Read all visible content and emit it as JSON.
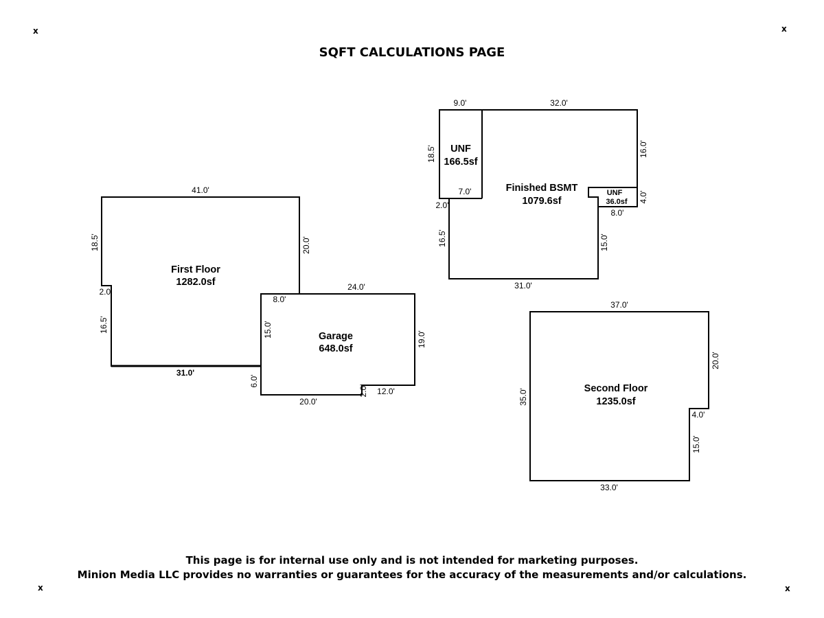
{
  "page": {
    "title": "SQFT CALCULATIONS PAGE",
    "corner_mark": "x",
    "disclaimer_line1": "This page is for internal use only and is not intended for marketing purposes.",
    "disclaimer_line2": "Minion Media LLC provides no warranties or guarantees for the accuracy of the measurements and/or calculations."
  },
  "floors": {
    "first_floor": {
      "name": "First Floor",
      "area": "1282.0sf",
      "dims": {
        "top": "41.0'",
        "right": "20.0'",
        "left_upper": "18.5'",
        "notch": "2.0'",
        "left_lower": "16.5'",
        "bottom": "31.0'",
        "inner": "8.0'"
      }
    },
    "garage": {
      "name": "Garage",
      "area": "648.0sf",
      "dims": {
        "top": "24.0'",
        "left_upper": "15.0'",
        "left_lower": "6.0'",
        "right": "19.0'",
        "bottom_left": "20.0'",
        "step": "2.0'",
        "bottom_right": "12.0'"
      }
    },
    "basement": {
      "name": "Finished BSMT",
      "area": "1079.6sf",
      "dims": {
        "top_left": "9.0'",
        "top_right": "32.0'",
        "right_upper": "16.0'",
        "unf_right": "4.0'",
        "unf_bottom": "8.0'",
        "right_lower": "15.0'",
        "bottom": "31.0'",
        "left_lower": "16.5'",
        "notch": "2.0'",
        "unf_inner": "7.0'",
        "unf_left": "18.5'"
      },
      "unf_left_room": {
        "name": "UNF",
        "area": "166.5sf"
      },
      "unf_right_room": {
        "name": "UNF",
        "area": "36.0sf"
      }
    },
    "second_floor": {
      "name": "Second Floor",
      "area": "1235.0sf",
      "dims": {
        "top": "37.0'",
        "right_upper": "20.0'",
        "notch": "4.0'",
        "right_lower": "15.0'",
        "bottom": "33.0'",
        "left": "35.0'"
      }
    }
  }
}
